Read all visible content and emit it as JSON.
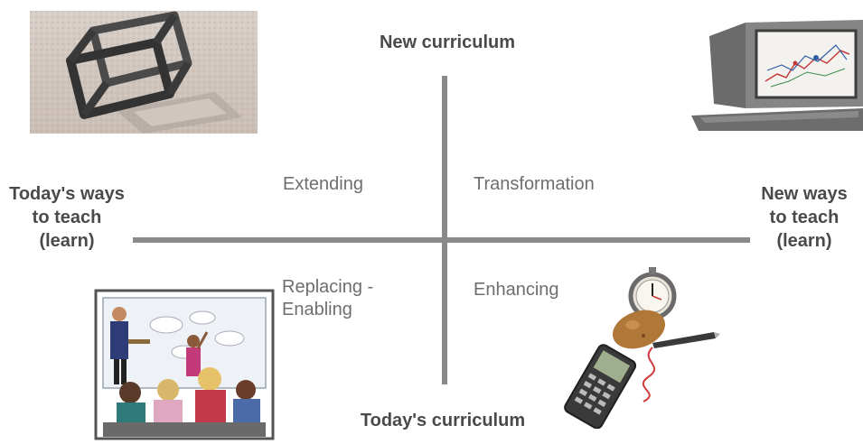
{
  "axes": {
    "top": "New curriculum",
    "bottom": "Today's curriculum",
    "left": [
      "Today's ways",
      "to teach",
      "(learn)"
    ],
    "right": [
      "New ways",
      "to teach",
      "(learn)"
    ]
  },
  "quadrants": {
    "top_left": "Extending",
    "top_right": "Transformation",
    "bottom_left": [
      "Replacing -",
      "Enabling"
    ],
    "bottom_right": "Enhancing"
  },
  "images": [
    {
      "icon": "wireframe-cube-icon"
    },
    {
      "icon": "computer-monitor-icon"
    },
    {
      "icon": "classroom-icon"
    },
    {
      "icon": "stopwatch-calculator-icon"
    }
  ],
  "colors": {
    "axis": "#8a8a8a",
    "pole_text": "#4a4a4a",
    "quad_text": "#6e6e6e"
  }
}
